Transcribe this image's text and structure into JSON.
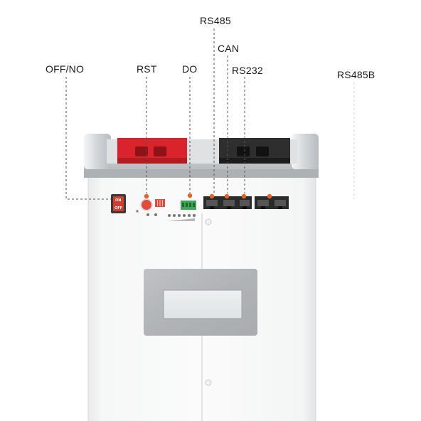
{
  "callouts": {
    "off_no": "OFF/NO",
    "rst": "RST",
    "do": "DO",
    "rs485": "RS485",
    "can": "CAN",
    "rs232": "RS232",
    "rs485b": "RS485B"
  },
  "panel_marks": {
    "switch_on": "ON",
    "switch_off": "OFF"
  },
  "colors": {
    "terminal_red": "#d9242b",
    "terminal_black": "#2e2e2e",
    "indicator_orange": "#e8641e",
    "switch_red": "#d93a2c",
    "do_connector_green": "#3ea654",
    "dip_switch_red": "#e24a3b"
  }
}
